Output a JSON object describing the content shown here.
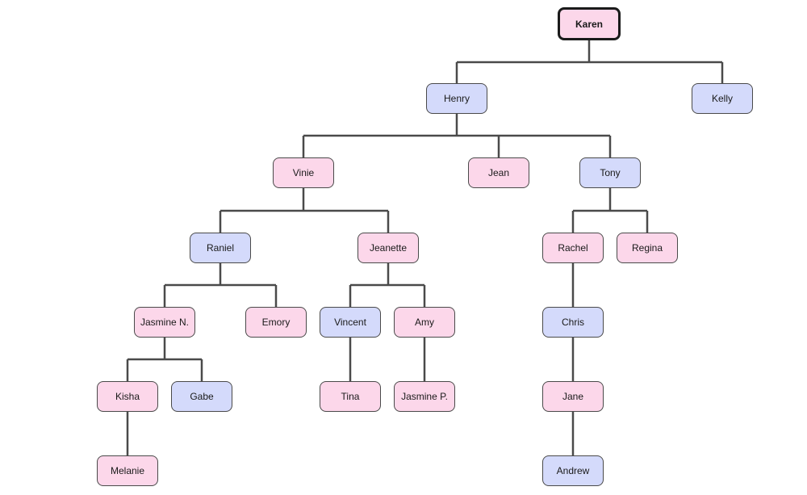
{
  "people": {
    "karen": "Karen",
    "henry": "Henry",
    "kelly": "Kelly",
    "vinie": "Vinie",
    "jean": "Jean",
    "tony": "Tony",
    "raniel": "Raniel",
    "jeanette": "Jeanette",
    "rachel": "Rachel",
    "regina": "Regina",
    "jasmine_n": "Jasmine N.",
    "emory": "Emory",
    "vincent": "Vincent",
    "amy": "Amy",
    "chris": "Chris",
    "kisha": "Kisha",
    "gabe": "Gabe",
    "tina": "Tina",
    "jasmine_p": "Jasmine P.",
    "jane": "Jane",
    "melanie": "Melanie",
    "andrew": "Andrew"
  },
  "colors": {
    "female": "#fcd7ea",
    "male": "#d4dafb",
    "line": "#4a4a4a"
  },
  "tree": [
    [
      "karen",
      [
        "henry",
        "kelly"
      ]
    ],
    [
      "henry",
      [
        "vinie",
        "jean",
        "tony"
      ]
    ],
    [
      "vinie",
      [
        "raniel",
        "jeanette"
      ]
    ],
    [
      "tony",
      [
        "rachel",
        "regina"
      ]
    ],
    [
      "raniel",
      [
        "jasmine_n",
        "emory"
      ]
    ],
    [
      "jeanette",
      [
        "vincent",
        "amy"
      ]
    ],
    [
      "rachel",
      [
        "chris"
      ]
    ],
    [
      "jasmine_n",
      [
        "kisha",
        "gabe"
      ]
    ],
    [
      "vincent",
      [
        "tina"
      ]
    ],
    [
      "amy",
      [
        "jasmine_p"
      ]
    ],
    [
      "chris",
      [
        "jane"
      ]
    ],
    [
      "kisha",
      [
        "melanie"
      ]
    ],
    [
      "jane",
      [
        "andrew"
      ]
    ]
  ]
}
